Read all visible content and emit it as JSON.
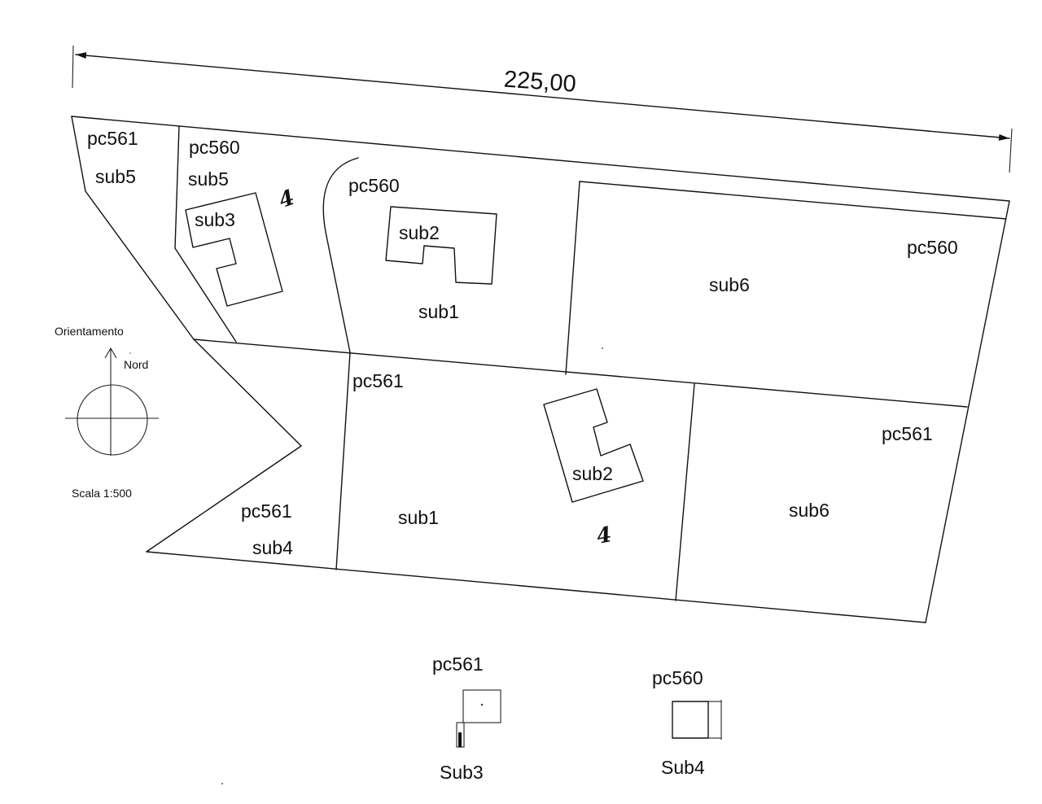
{
  "dimension": {
    "label": "225,00"
  },
  "parcels": {
    "pc561_sub5": {
      "pc": "pc561",
      "sub": "sub5"
    },
    "pc560_sub5": {
      "pc": "pc560",
      "sub": "sub5"
    },
    "pc560_sub1": {
      "pc": "pc560",
      "sub": "sub1"
    },
    "pc560_sub2": {
      "sub": "sub2"
    },
    "pc560_sub3": {
      "sub": "sub3"
    },
    "pc560_sub6": {
      "pc": "pc560",
      "sub": "sub6"
    },
    "pc561_sub1": {
      "pc": "pc561",
      "sub": "sub1"
    },
    "pc561_sub2": {
      "sub": "sub2"
    },
    "pc561_sub6": {
      "pc": "pc561",
      "sub": "sub6"
    },
    "pc561_sub4": {
      "pc": "pc561",
      "sub": "sub4"
    }
  },
  "markers": {
    "top": "4",
    "bottom": "4"
  },
  "compass": {
    "title": "Orientamento",
    "north": "Nord",
    "scale": "Scala 1:500"
  },
  "details": {
    "sub3": {
      "pc": "pc561",
      "label": "Sub3"
    },
    "sub4": {
      "pc": "pc560",
      "label": "Sub4"
    }
  }
}
